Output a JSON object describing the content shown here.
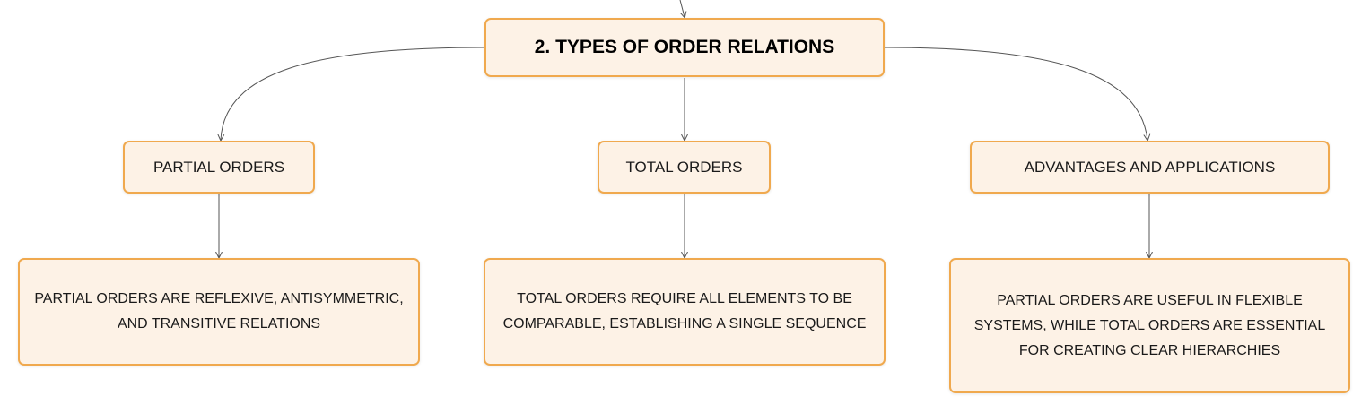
{
  "diagram": {
    "root": {
      "label": "2. TYPES OF ORDER RELATIONS"
    },
    "branches": [
      {
        "label": "PARTIAL ORDERS",
        "detail": "PARTIAL ORDERS ARE REFLEXIVE, ANTISYMMETRIC, AND TRANSITIVE RELATIONS"
      },
      {
        "label": "TOTAL ORDERS",
        "detail": "TOTAL ORDERS REQUIRE ALL ELEMENTS TO BE COMPARABLE, ESTABLISHING A SINGLE SEQUENCE"
      },
      {
        "label": "ADVANTAGES AND APPLICATIONS",
        "detail": "PARTIAL ORDERS ARE USEFUL IN FLEXIBLE SYSTEMS, WHILE TOTAL ORDERS ARE ESSENTIAL FOR CREATING CLEAR HIERARCHIES"
      }
    ]
  },
  "colors": {
    "node_fill": "#fdf2e6",
    "node_border": "#f0a94e",
    "connector": "#555555"
  }
}
